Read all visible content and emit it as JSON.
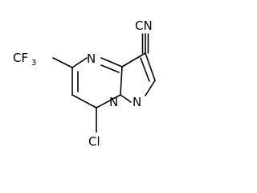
{
  "molecule": {
    "labels": {
      "cn": "CN",
      "cf3_prefix": "CF",
      "cf3_subscript": "3",
      "n_ring_top": "N",
      "n_ring_bottom": "N",
      "n_pyrazole": "N",
      "cl": "Cl"
    }
  }
}
